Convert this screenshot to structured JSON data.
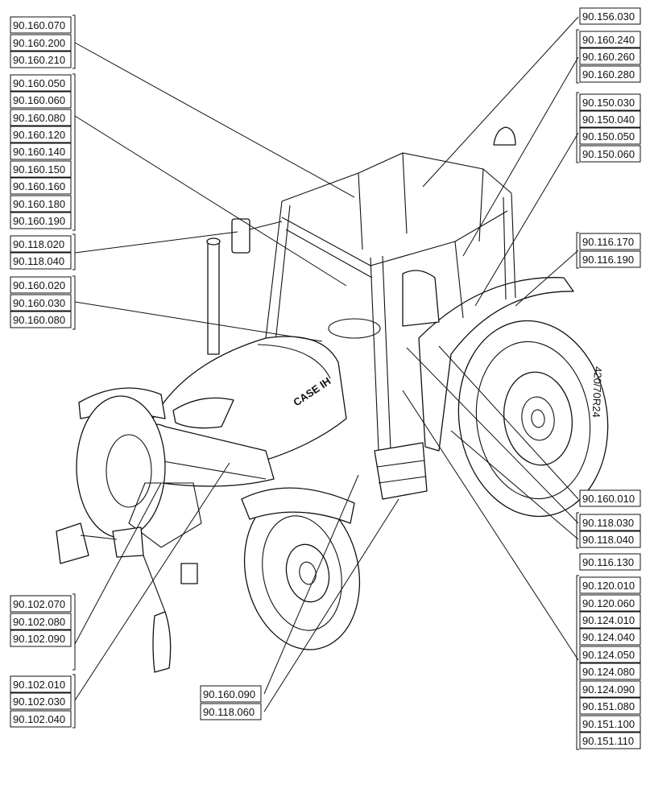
{
  "callout_groups": [
    {
      "id": "g1",
      "labels": [
        "90.160.070",
        "90.160.200",
        "90.160.210"
      ]
    },
    {
      "id": "g2",
      "labels": [
        "90.160.050",
        "90.160.060",
        "90.160.080",
        "90.160.120",
        "90.160.140",
        "90.160.150",
        "90.160.160",
        "90.160.180",
        "90.160.190"
      ]
    },
    {
      "id": "g3",
      "labels": [
        "90.118.020",
        "90.118.040"
      ]
    },
    {
      "id": "g4",
      "labels": [
        "90.160.020",
        "90.160.030",
        "90.160.080"
      ]
    },
    {
      "id": "g5",
      "labels": [
        "90.156.030"
      ]
    },
    {
      "id": "g6",
      "labels": [
        "90.160.240",
        "90.160.260",
        "90.160.280"
      ]
    },
    {
      "id": "g7",
      "labels": [
        "90.150.030",
        "90.150.040",
        "90.150.050",
        "90.150.060"
      ]
    },
    {
      "id": "g8",
      "labels": [
        "90.116.170",
        "90.116.190"
      ]
    },
    {
      "id": "g9",
      "labels": [
        "90.160.010"
      ]
    },
    {
      "id": "g10",
      "labels": [
        "90.118.030",
        "90.118.040"
      ]
    },
    {
      "id": "g11",
      "labels": [
        "90.116.130"
      ]
    },
    {
      "id": "g12",
      "labels": [
        "90.120.010",
        "90.120.060",
        "90.124.010",
        "90.124.040",
        "90.124.050",
        "90.124.080",
        "90.124.090",
        "90.151.080",
        "90.151.100",
        "90.151.110"
      ]
    },
    {
      "id": "g13",
      "labels": [
        "90.102.070",
        "90.102.080",
        "90.102.090"
      ]
    },
    {
      "id": "g14",
      "labels": [
        "90.102.010",
        "90.102.030",
        "90.102.040"
      ]
    },
    {
      "id": "g15",
      "labels": [
        "90.160.090",
        "90.118.060"
      ]
    }
  ],
  "brand_text": "CASE IH",
  "tire_text": "420/70R24"
}
